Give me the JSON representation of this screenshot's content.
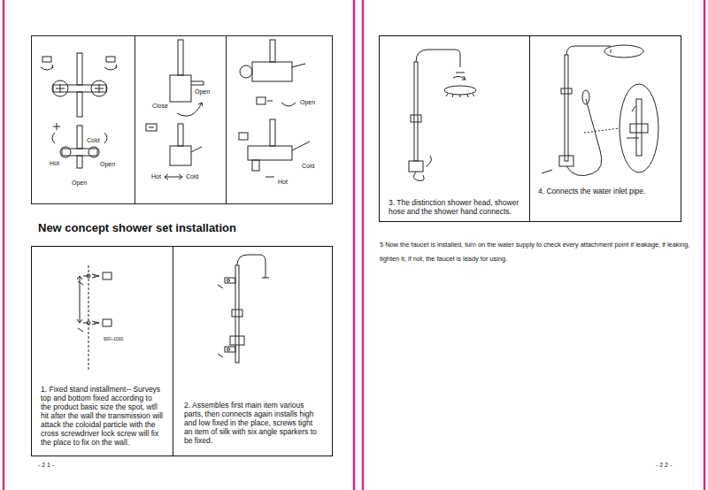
{
  "diagram": {
    "title": "New concept shower set installation",
    "nodes": [
      {
        "text": [
          "1.  Fixed stand installment-- Surveys top and bottom fixed according to the product basic size the spot, wtll hit after the wall the transmission will attack the coloidal particle with the cross screwdriver lock screw will fix the place to fix on the wall."
        ]
      },
      {
        "text": [
          "2. Assembles first main item various parts, then connects again installs high and low fixed in the place, screws tight an item of silk with six angle sparkers to be fixed."
        ]
      },
      {
        "text": [
          "3.  The distinction shower head, shower hose and the shower hand connects."
        ]
      },
      {
        "text": [
          "4. Connects the water inlet pipe."
        ]
      }
    ],
    "labels": [
      "Cold",
      "Hot",
      "Open",
      "Open",
      "Open",
      "Close",
      "Hot",
      "Cold",
      "Open",
      "Hot",
      "Cold",
      "900~1000",
      "5 Now the faucet is installed, turn on the water supply to check every attachment point if leakage, if leaking, tighten it, if not, the faucet is leady for using.",
      "- 2 1 -",
      "- 2 2 -"
    ]
  }
}
